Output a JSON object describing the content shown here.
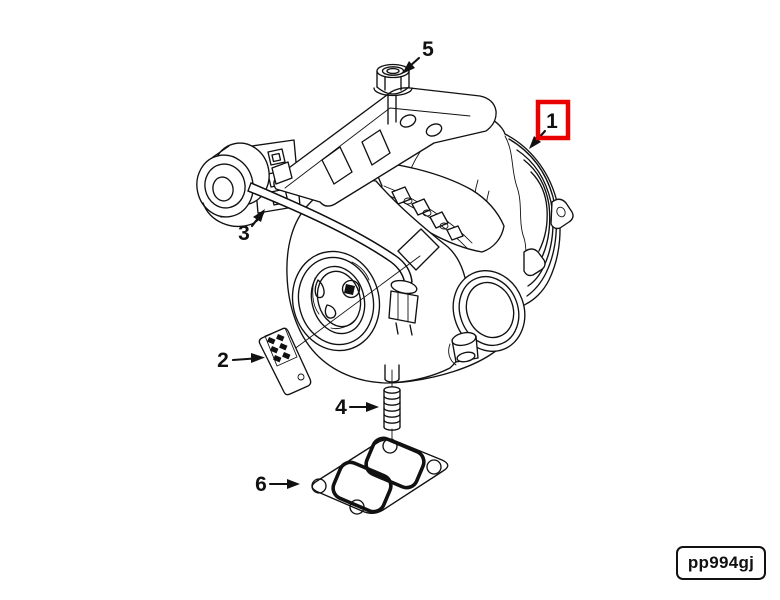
{
  "figure": {
    "background": "#ffffff",
    "colors": {
      "line": "#111111",
      "highlight": "#e90000",
      "text": "#111111"
    },
    "callouts": [
      {
        "label": "1",
        "highlighted": true
      },
      {
        "label": "2",
        "highlighted": false
      },
      {
        "label": "3",
        "highlighted": false
      },
      {
        "label": "4",
        "highlighted": false
      },
      {
        "label": "5",
        "highlighted": false
      },
      {
        "label": "6",
        "highlighted": false
      }
    ],
    "part_code": "pp994gj"
  }
}
